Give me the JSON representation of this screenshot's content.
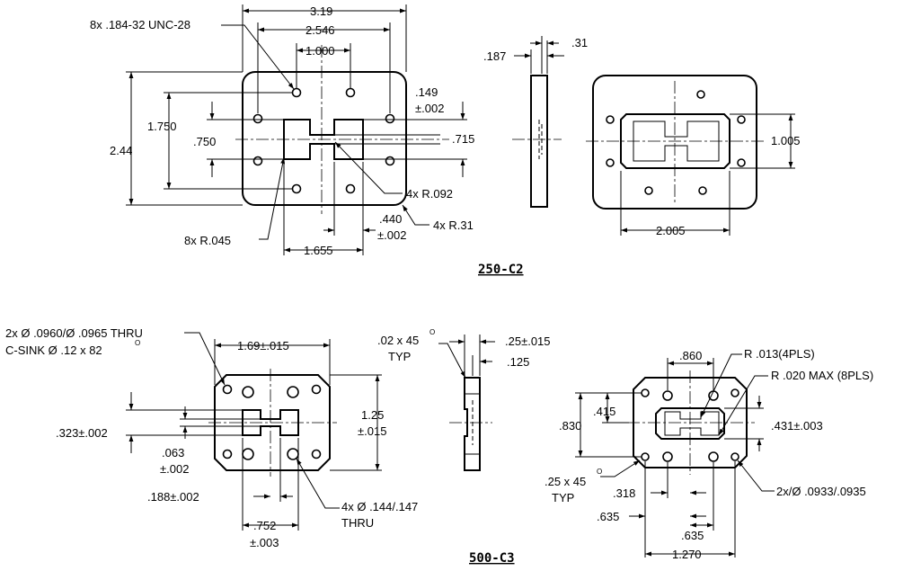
{
  "top": {
    "title": "250-C2",
    "dims": {
      "w_overall": "3.19",
      "w_holes": "2.546",
      "w_inner": "1.000",
      "h_overall": "2.44",
      "h_holes": "1.750",
      "slot": ".750",
      "gap1": ".149",
      "gap2": "±.002",
      "iris": ".715",
      "r092": "4x R.092",
      "r31": "4x R.31",
      "d440a": ".440",
      "d440b": "±.002",
      "d1655": "1.655",
      "r045": "8x R.045",
      "thread": "8x .184-32 UNC-28",
      "thick": ".187",
      "step": ".31",
      "pocket_h": "1.005",
      "pocket_w": "2.005"
    }
  },
  "bottom": {
    "title": "500-C3",
    "dims": {
      "thru1": "2x Ø .0960/Ø .0965 THRU",
      "csink": "C-SINK Ø .12 x 82",
      "deg": "O",
      "w169": "1.69±.015",
      "h125a": "1.25",
      "h125b": "±.015",
      "d323": ".323±.002",
      "d063a": ".063",
      "d063b": "±.002",
      "d188": ".188±.002",
      "d752a": ".752",
      "d752b": "±.003",
      "hole4a": "4x Ø .144/.147",
      "hole4b": "THRU",
      "cham": ".02 x 45",
      "typ": "TYP",
      "t025": ".25±.015",
      "t125": ".125",
      "d860": ".860",
      "r013": "R .013(4PLS)",
      "r020": "R .020 MAX (8PLS)",
      "d415": ".415",
      "d830": ".830",
      "d431": ".431±.003",
      "cham2": ".25 x 45",
      "typ2": "TYP",
      "d318": ".318",
      "d635a": ".635",
      "d635b": ".635",
      "d1270": "1.270",
      "hole2": "2x/Ø .0933/.0935"
    }
  }
}
